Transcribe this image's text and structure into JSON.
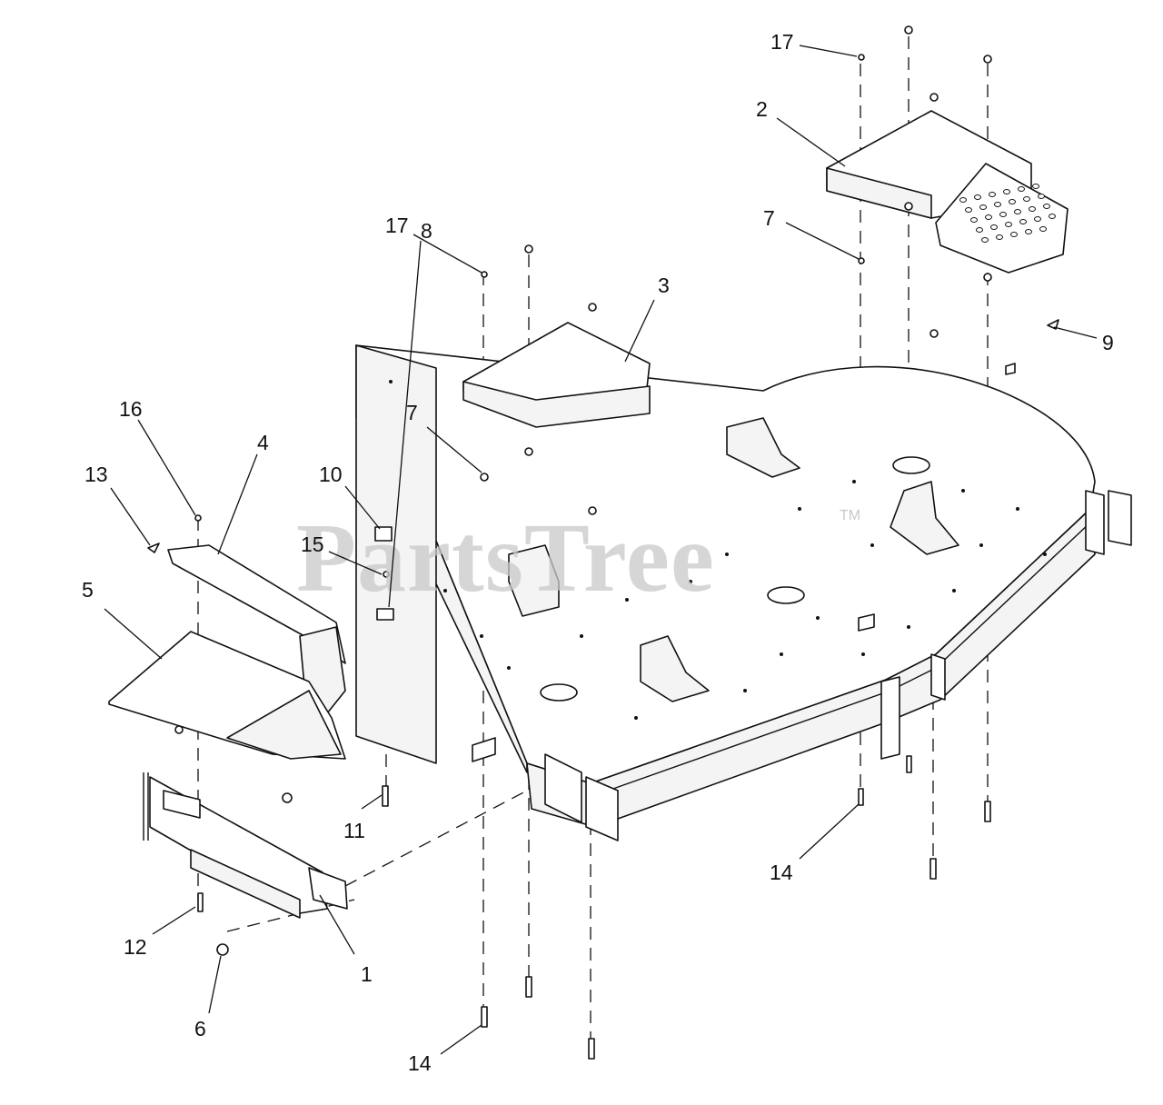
{
  "watermark": {
    "text": "PartsTree",
    "trademark": "TM"
  },
  "callouts": [
    {
      "label": "17"
    },
    {
      "label": "2"
    },
    {
      "label": "7"
    },
    {
      "label": "17"
    },
    {
      "label": "3"
    },
    {
      "label": "9"
    },
    {
      "label": "16"
    },
    {
      "label": "4"
    },
    {
      "label": "13"
    },
    {
      "label": "7"
    },
    {
      "label": "10"
    },
    {
      "label": "15"
    },
    {
      "label": "8"
    },
    {
      "label": "5"
    },
    {
      "label": "11"
    },
    {
      "label": "14"
    },
    {
      "label": "12"
    },
    {
      "label": "1"
    },
    {
      "label": "6"
    },
    {
      "label": "14"
    }
  ]
}
